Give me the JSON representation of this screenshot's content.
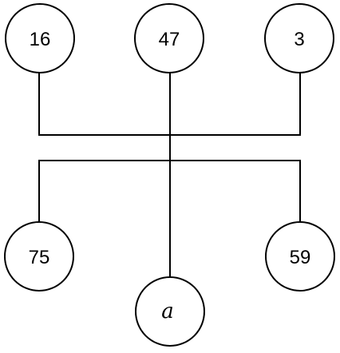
{
  "diagram": {
    "nodes": {
      "top_left": "16",
      "top_middle": "47",
      "top_right": "3",
      "bottom_left": "75",
      "bottom_middle": "a",
      "bottom_right": "59"
    }
  }
}
